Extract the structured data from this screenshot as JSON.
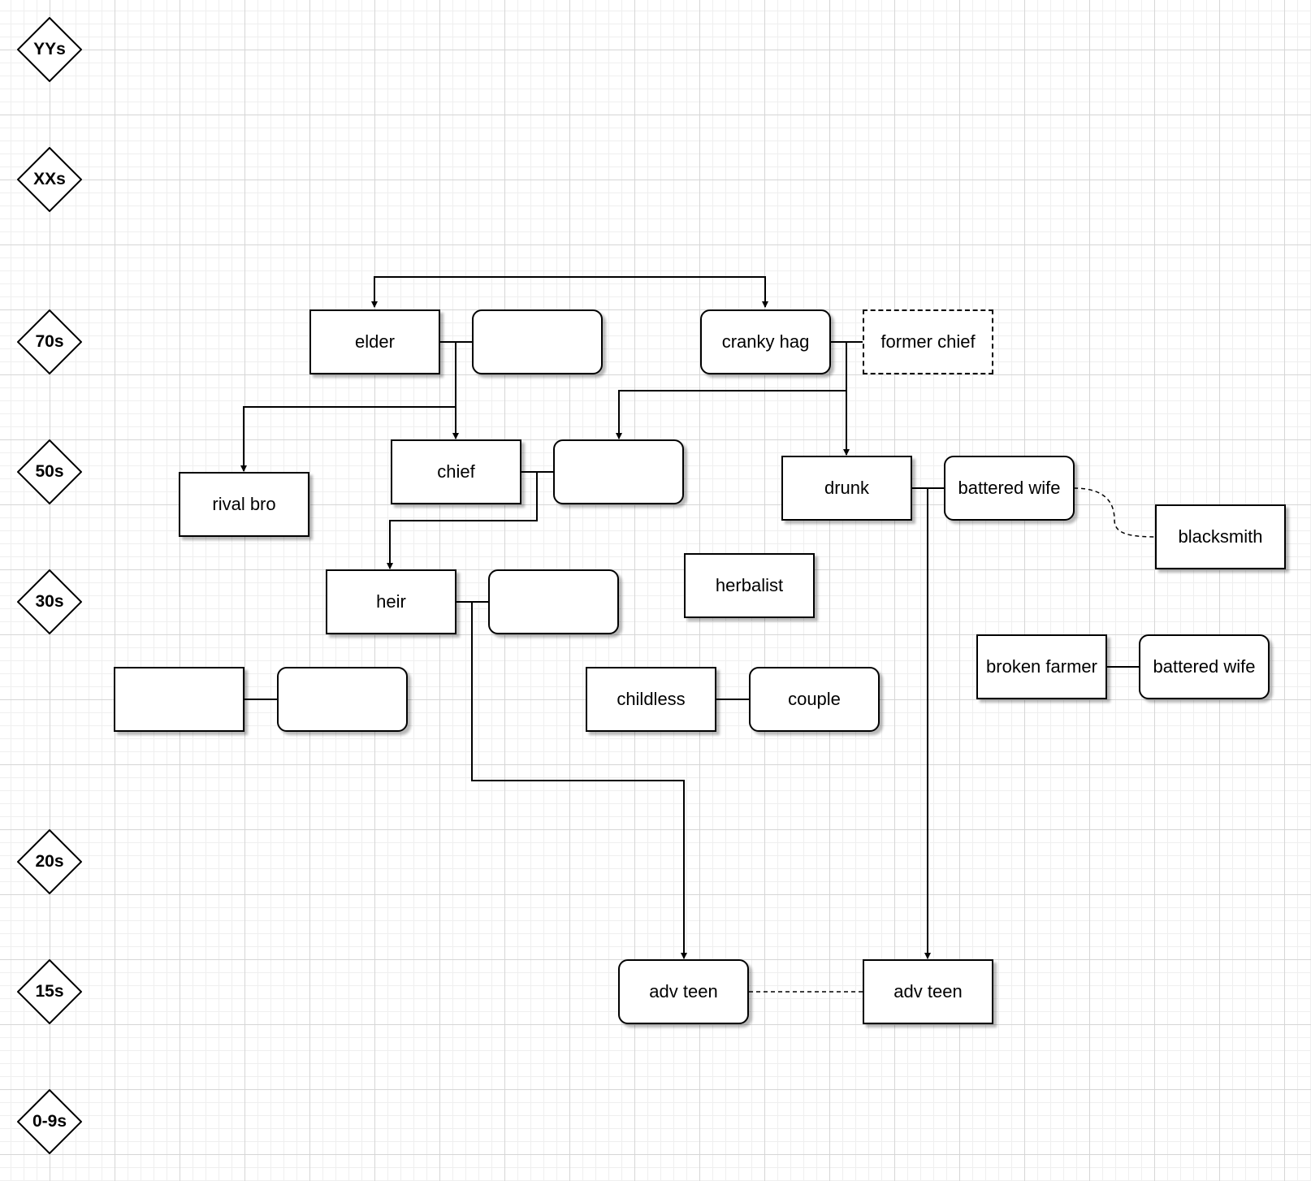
{
  "colors": {
    "stroke": "#000000",
    "fill": "#ffffff",
    "grid": "#d6d6d6"
  },
  "age_markers": [
    "YYs",
    "XXs",
    "70s",
    "50s",
    "30s",
    "20s",
    "15s",
    "0-9s"
  ],
  "nodes": {
    "elder": "elder",
    "elder_spouse": "",
    "cranky_hag": "cranky hag",
    "former_chief": "former chief",
    "rival_bro": "rival bro",
    "chief": "chief",
    "chief_spouse": "",
    "drunk": "drunk",
    "battered_wife_1": "battered wife",
    "blacksmith": "blacksmith",
    "heir": "heir",
    "heir_spouse": "",
    "herbalist": "herbalist",
    "broken_farmer": "broken farmer",
    "battered_wife_2": "battered wife",
    "unnamed_a": "",
    "unnamed_b": "",
    "childless": "childless",
    "couple": "couple",
    "adv_teen_1": "adv teen",
    "adv_teen_2": "adv teen"
  }
}
